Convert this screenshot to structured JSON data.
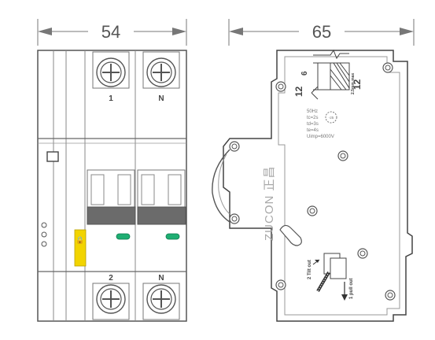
{
  "front_view": {
    "width_dimension": "54",
    "top_terminal_labels": [
      "1",
      "N"
    ],
    "bottom_terminal_labels": [
      "2",
      "N"
    ],
    "indicator_color": "#1fae72",
    "lock_color": "#f2d400",
    "lock_symbol": "🔒"
  },
  "side_view": {
    "width_dimension": "65",
    "depth_label_left": "12",
    "depth_label_mid": "6",
    "depth_label_right": "12",
    "strip_note": "2.5mm max",
    "specs": [
      "50Hz",
      "tc=2s",
      "td=3s",
      "te=4s",
      "Uimp=6000V"
    ],
    "rating_badge": "-25",
    "brand_text": "ZUCON 正昌",
    "tilt_label": "2 Tilt out",
    "pull_label": "1 pull out"
  }
}
